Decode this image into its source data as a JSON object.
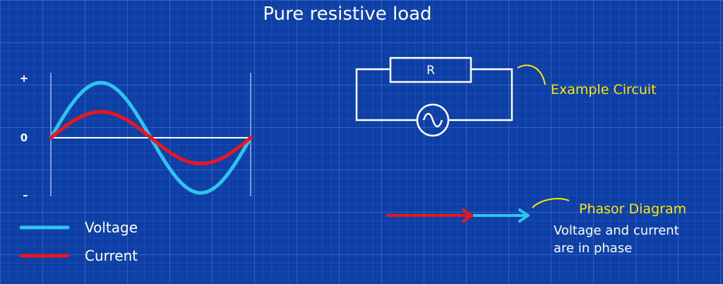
{
  "title": "Pure resistive load",
  "graph": {
    "y_plus": "+",
    "y_zero": "0",
    "y_minus": "–"
  },
  "legend": {
    "voltage": "Voltage",
    "current": "Current"
  },
  "colors": {
    "voltage": "#2ec4f0",
    "current": "#e8171f",
    "label": "#ffe600"
  },
  "circuit": {
    "resistor": "R",
    "label": "Example Circuit"
  },
  "phasor": {
    "label": "Phasor Diagram",
    "note_line1": "Voltage and current",
    "note_line2": "are in phase"
  },
  "chart_data": {
    "type": "line",
    "series": [
      {
        "name": "Voltage",
        "amplitude": 1.0,
        "phase_deg": 0
      },
      {
        "name": "Current",
        "amplitude": 0.47,
        "phase_deg": 0
      }
    ],
    "x_range_deg": [
      0,
      360
    ],
    "ylim": [
      -1,
      1
    ]
  }
}
